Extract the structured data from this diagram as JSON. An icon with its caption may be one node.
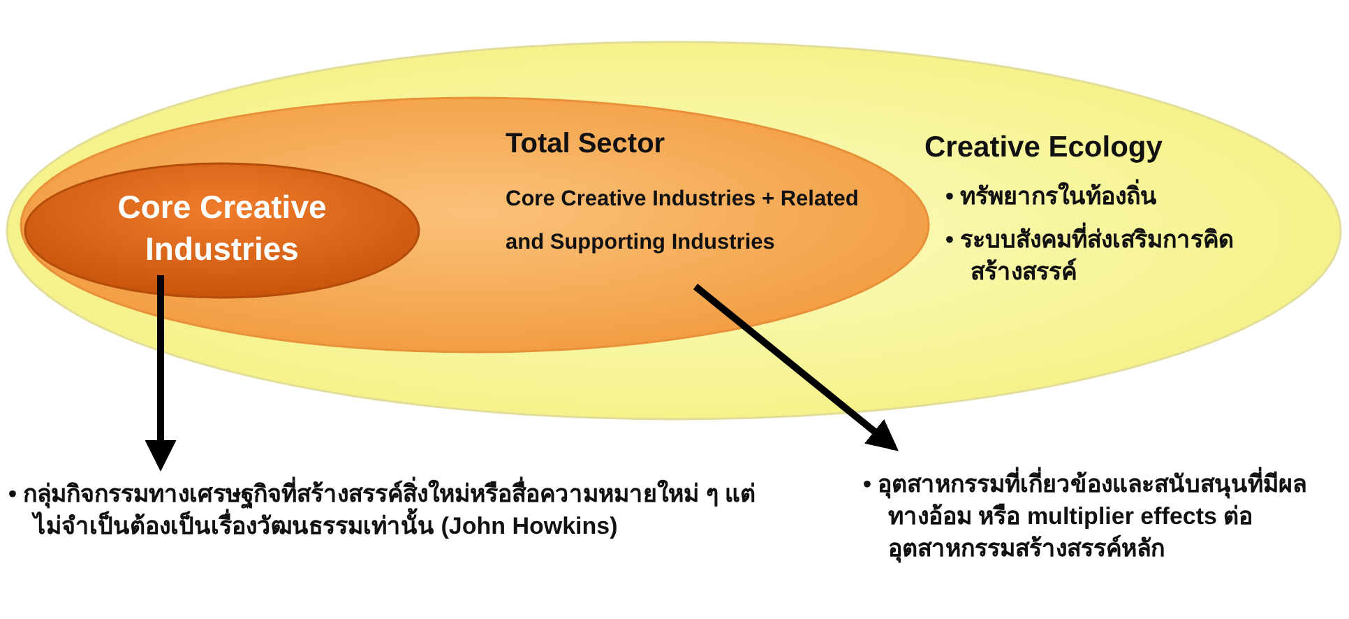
{
  "diagram": {
    "nodes": [
      {
        "text": [
          "Creative Ecology",
          "• ทรัพยากรในท้องถิ่น",
          "• ระบบสังคมที่ส่งเสริมการคิดสร้างสรรค์"
        ]
      },
      {
        "text": [
          "Total Sector",
          "Core Creative Industries + Related and Supporting Industries"
        ],
        "in": 0
      },
      {
        "text": [
          "Core Creative Industries"
        ],
        "in": 1
      },
      {
        "text": [
          "• กลุ่มกิจกรรมทางเศรษฐกิจที่สร้างสรรค์สิ่งใหม่หรือสื่อความหมายใหม่ ๆ แต่ไม่จำเป็นต้องเป็นเรื่องวัฒนธรรมเท่านั้น (John Howkins)"
        ]
      },
      {
        "text": [
          "• อุตสาหกรรมที่เกี่ยวข้องและสนับสนุนที่มีผลทางอ้อม หรือ multiplier effects ต่อ อุตสาหกรรมสร้างสรรค์หลัก"
        ]
      }
    ],
    "edges": [
      {
        "from": 2,
        "to": 3,
        "arrow": "to"
      },
      {
        "from": 1,
        "to": 4,
        "arrow": "to"
      }
    ]
  }
}
